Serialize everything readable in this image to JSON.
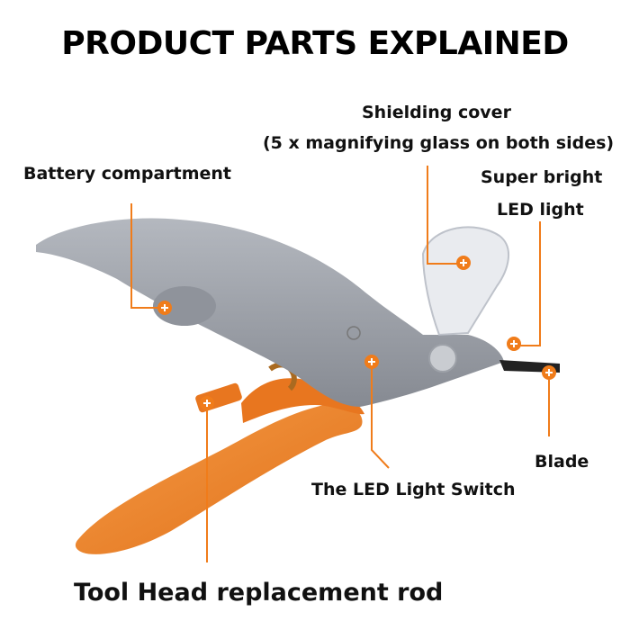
{
  "title": "PRODUCT PARTS EXPLAINED",
  "labels": {
    "shielding_line1": "Shielding cover",
    "shielding_line2": "(5 x magnifying glass on both sides)",
    "battery": "Battery compartment",
    "led_line1": "Super bright",
    "led_line2": "LED light",
    "blade": "Blade",
    "switch": "The LED Light Switch",
    "rod": "Tool Head replacement rod"
  },
  "colors": {
    "accent": "#f07c1a",
    "body_gray": "#9a9ea6",
    "handle_orange": "#f0852a",
    "text": "#111111"
  },
  "icons": [
    "plus-marker-icon"
  ]
}
